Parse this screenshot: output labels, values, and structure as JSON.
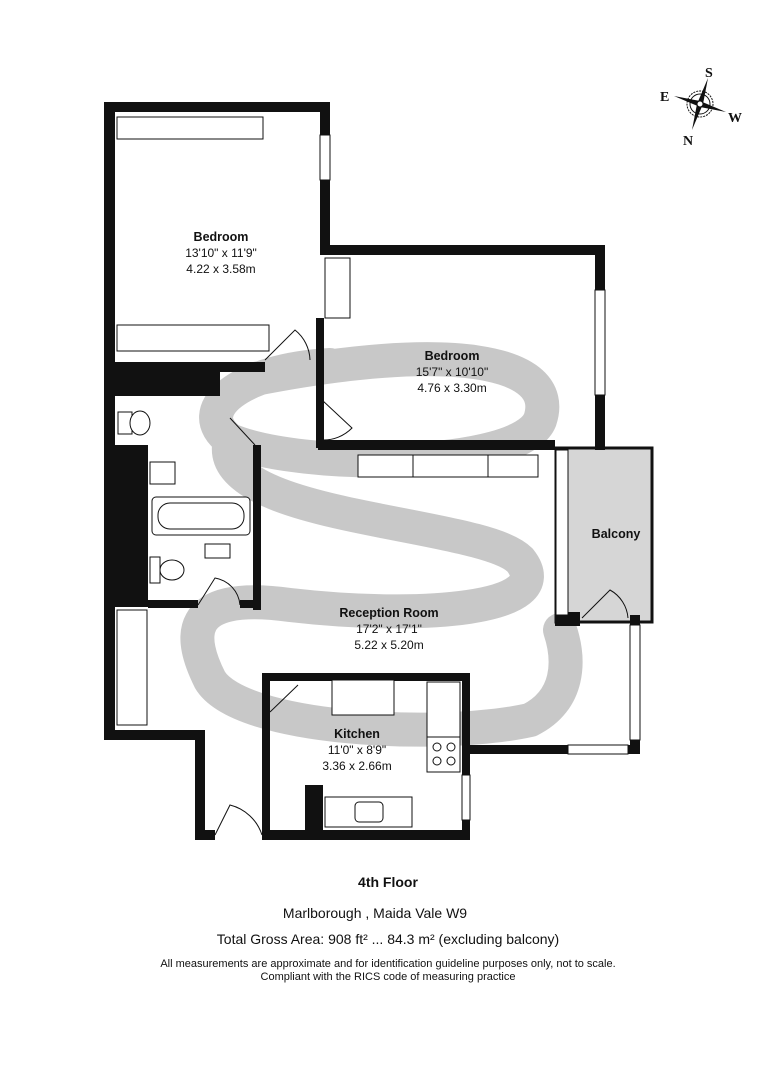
{
  "rooms": [
    {
      "name": "Bedroom",
      "imperial": "13'10\" x 11'9\"",
      "metric": "4.22 x 3.58m"
    },
    {
      "name": "Bedroom",
      "imperial": "15'7\" x 10'10\"",
      "metric": "4.76 x 3.30m"
    },
    {
      "name": "Balcony"
    },
    {
      "name": "Reception Room",
      "imperial": "17'2\" x 17'1\"",
      "metric": "5.22 x 5.20m"
    },
    {
      "name": "Kitchen",
      "imperial": "11'0\" x 8'9\"",
      "metric": "3.36 x 2.66m"
    }
  ],
  "compass": {
    "n": "N",
    "s": "S",
    "e": "E",
    "w": "W"
  },
  "footer": {
    "floor": "4th Floor",
    "address": "Marlborough , Maida Vale W9",
    "area": "Total Gross Area: 908 ft² ... 84.3 m² (excluding balcony)",
    "disclaimer": "All measurements are approximate and for identification guideline purposes only, not to scale.",
    "compliance": "Compliant with the RICS code of measuring practice"
  }
}
